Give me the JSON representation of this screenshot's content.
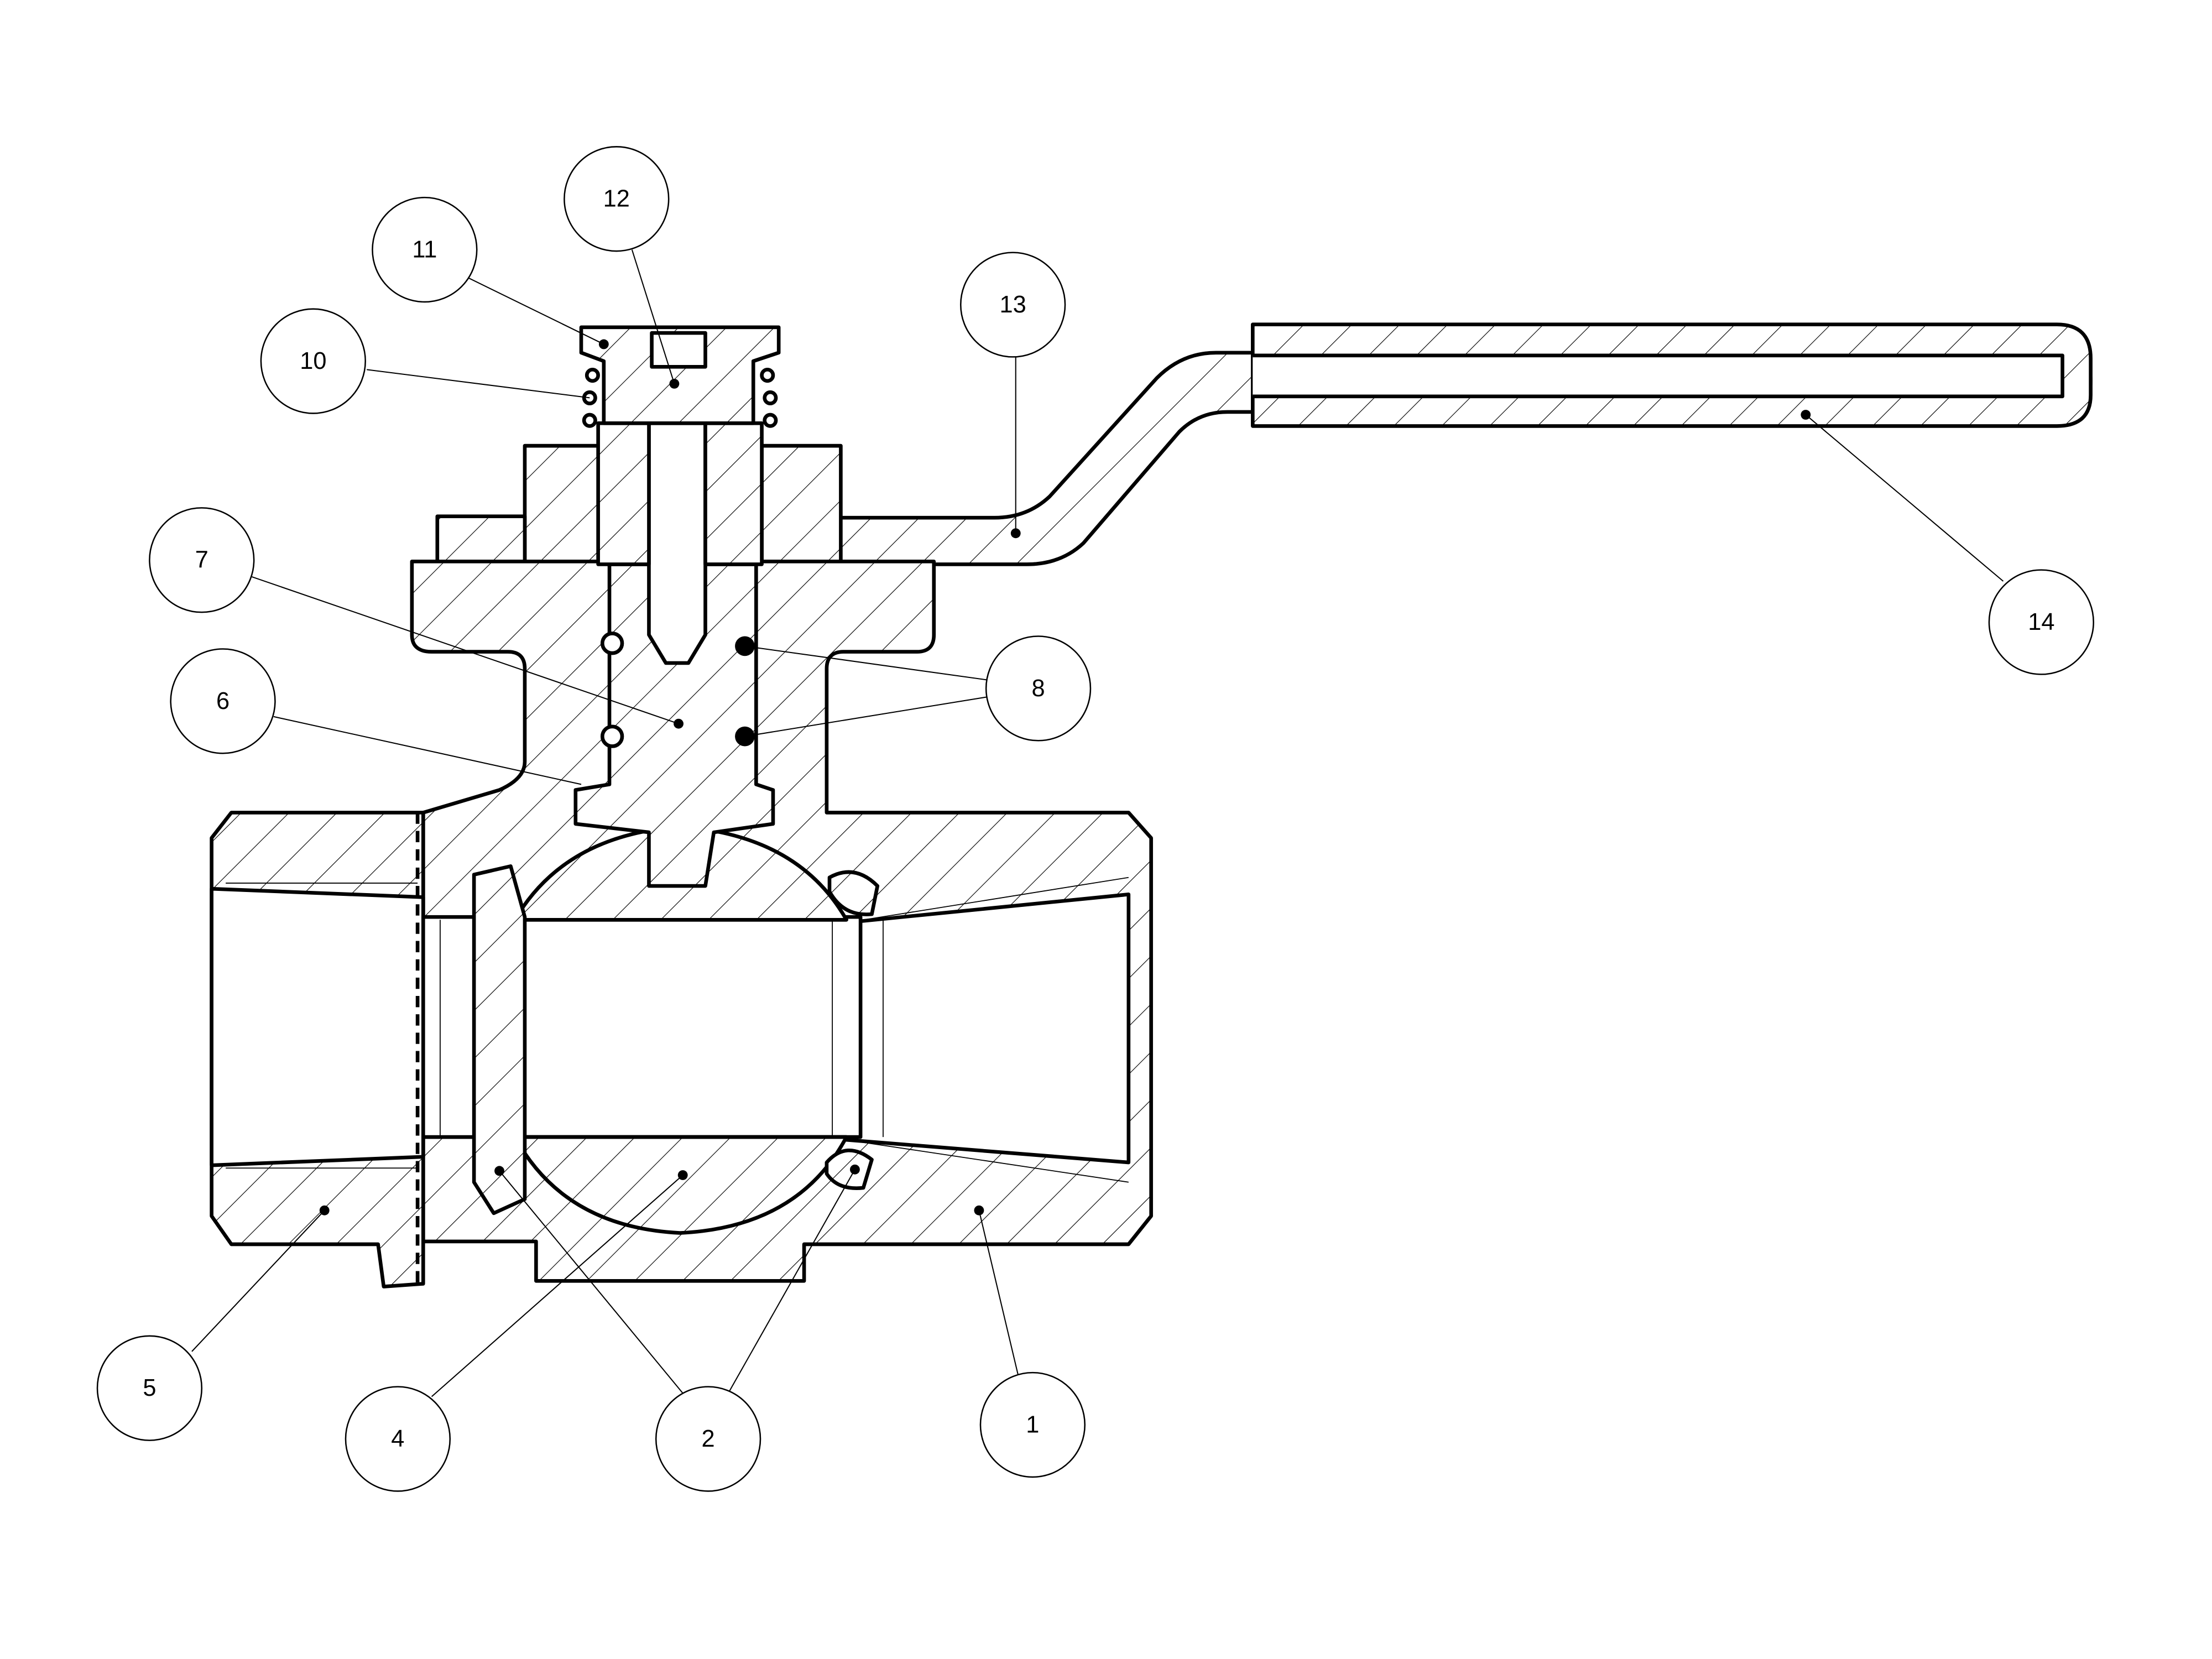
{
  "callouts": [
    {
      "id": "1",
      "label": "1"
    },
    {
      "id": "2",
      "label": "2"
    },
    {
      "id": "4",
      "label": "4"
    },
    {
      "id": "5",
      "label": "5"
    },
    {
      "id": "6",
      "label": "6"
    },
    {
      "id": "7",
      "label": "7"
    },
    {
      "id": "8",
      "label": "8"
    },
    {
      "id": "10",
      "label": "10"
    },
    {
      "id": "11",
      "label": "11"
    },
    {
      "id": "12",
      "label": "12"
    },
    {
      "id": "13",
      "label": "13"
    },
    {
      "id": "14",
      "label": "14"
    }
  ],
  "colors": {
    "line": "#000000",
    "background": "#ffffff"
  }
}
